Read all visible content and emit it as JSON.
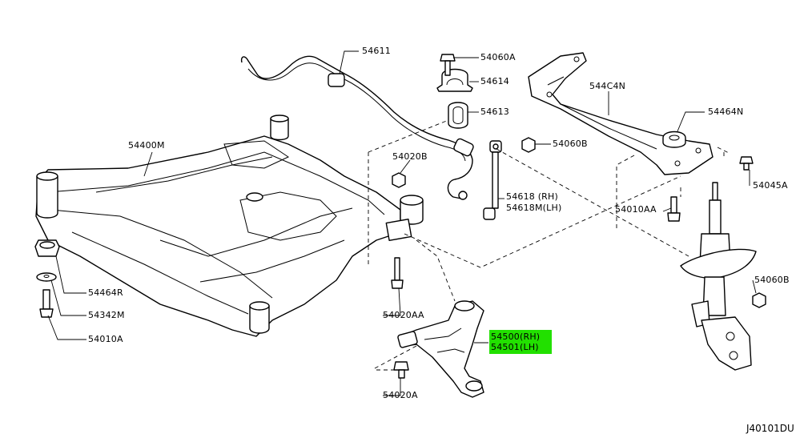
{
  "labels": {
    "p54611": "54611",
    "p54060A": "54060A",
    "p54614": "54614",
    "p54613": "54613",
    "p54060B_top": "54060B",
    "p544C4N": "544C4N",
    "p54464N": "54464N",
    "p54045A": "54045A",
    "p54400M": "54400M",
    "p54020B": "54020B",
    "p54618": "54618 (RH)",
    "p54618M": "54618M(LH)",
    "p54010AA": "54010AA",
    "p54464R": "54464R",
    "p54342M": "54342M",
    "p54010A": "54010A",
    "p54020AA": "54020AA",
    "p54060B_right": "54060B",
    "p54500": "54500(RH)",
    "p54501": "54501(LH)",
    "p54020A": "54020A"
  },
  "highlight_color": "#22e000",
  "diagram_ref": "J40101DU"
}
